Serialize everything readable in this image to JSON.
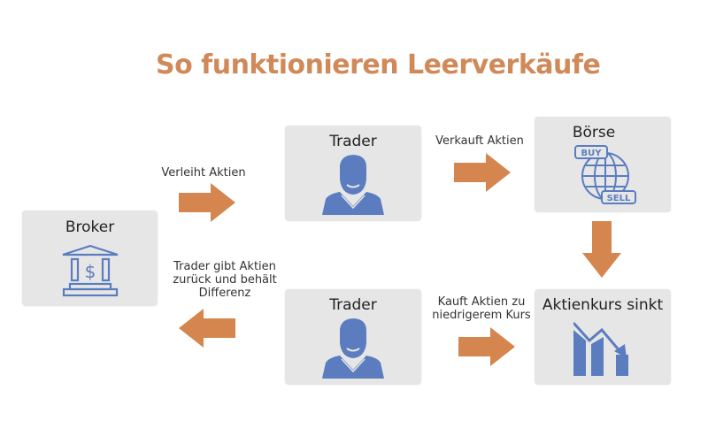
{
  "title": "So funktionieren Leerverkäufe",
  "colors": {
    "accent": "#d08a5a",
    "icon": "#5b7dbf",
    "box": "#e6e6e6"
  },
  "nodes": {
    "broker": {
      "label": "Broker",
      "icon": "bank-icon"
    },
    "trader_top": {
      "label": "Trader",
      "icon": "trader-icon"
    },
    "boerse": {
      "label": "Börse",
      "icon": "buy-sell-globe-icon"
    },
    "trader_bottom": {
      "label": "Trader",
      "icon": "trader-icon"
    },
    "aktienkurs": {
      "label": "Aktienkurs sinkt",
      "icon": "falling-chart-icon"
    }
  },
  "edges": {
    "verleiht": {
      "label": "Verleiht Aktien",
      "direction": "right"
    },
    "verkauft": {
      "label": "Verkauft Aktien",
      "direction": "right"
    },
    "sinkt": {
      "label": "",
      "direction": "down"
    },
    "kauft": {
      "line1": "Kauft Aktien zu",
      "line2": "niedrigerem Kurs",
      "direction": "right"
    },
    "gibt": {
      "line1": "Trader gibt Aktien",
      "line2": "zurück und behält",
      "line3": "Differenz",
      "direction": "left"
    }
  }
}
